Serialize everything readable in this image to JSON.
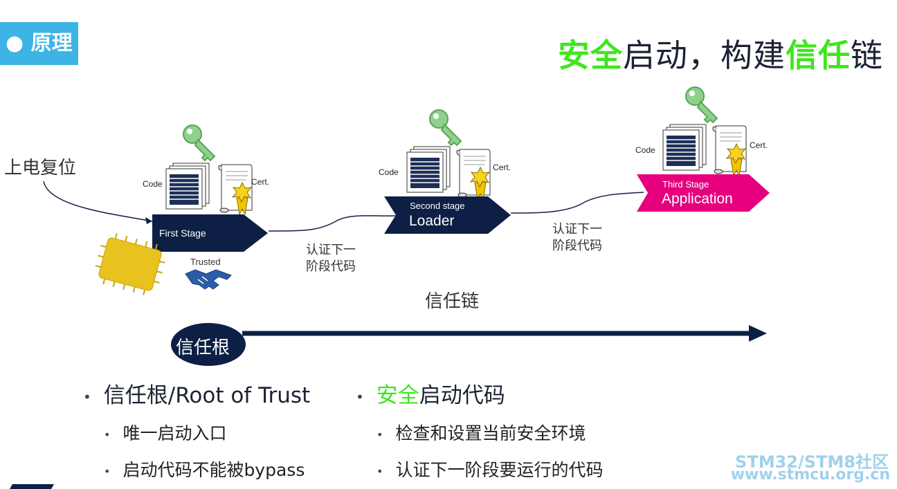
{
  "header": {
    "tag": "● 原理",
    "title_parts": [
      "安全",
      "启动，构建",
      "信任",
      "链"
    ]
  },
  "diagram": {
    "power_on": "上电复位",
    "stages": [
      {
        "small": "",
        "big": "First Stage",
        "code": "Code",
        "cert": "Cert."
      },
      {
        "small": "Second stage",
        "big": "Loader",
        "code": "Code",
        "cert": "Cert."
      },
      {
        "small": "Third Stage",
        "big": "Application",
        "code": "Code",
        "cert": "Cert."
      }
    ],
    "trusted": "Trusted",
    "verify_1": [
      "认证下一",
      "阶段代码"
    ],
    "verify_2": [
      "认证下一",
      "阶段代码"
    ],
    "chain_label": "信任链",
    "root_label": "信任根",
    "colors": {
      "navy": "#0d1f44",
      "magenta": "#e6007e",
      "key_green": "#8fd18b",
      "chip_gold": "#e8c21e",
      "arrow": "#0d1f44"
    }
  },
  "bullets": {
    "left": {
      "title": "信任根/Root of Trust",
      "items": [
        "唯一启动入口",
        "启动代码不能被bypass"
      ]
    },
    "right": {
      "title_green": "安全",
      "title_rest": "启动代码",
      "items": [
        "检查和设置当前安全环境",
        "认证下一阶段要运行的代码"
      ]
    }
  },
  "watermark": {
    "line1": "STM32/STM8社区",
    "line2": "www.stmcu.org.cn"
  }
}
